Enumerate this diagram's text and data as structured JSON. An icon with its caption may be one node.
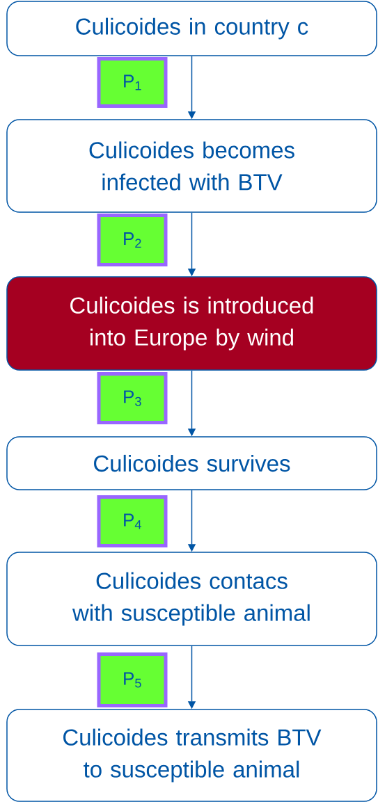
{
  "diagram": {
    "nodes": [
      {
        "text": [
          "Culicoides in country c"
        ]
      },
      {
        "text": [
          "Culicoides becomes infected with BTV"
        ]
      },
      {
        "text": [
          "Culicoides is introduced into Europe by wind"
        ]
      },
      {
        "text": [
          "Culicoides survives"
        ]
      },
      {
        "text": [
          "Culicoides contacs with susceptible animal"
        ]
      },
      {
        "text": [
          "Culicoides transmits BTV to susceptible animal"
        ]
      }
    ],
    "edges": [
      {
        "from": 0,
        "to": 1,
        "arrow": "to",
        "label": "P$_{1}$"
      },
      {
        "from": 1,
        "to": 2,
        "arrow": "to",
        "label": "P$_{2}$"
      },
      {
        "from": 2,
        "to": 3,
        "arrow": "to",
        "label": "P$_{3}$"
      },
      {
        "from": 3,
        "to": 4,
        "arrow": "to",
        "label": "P$_{4}$"
      },
      {
        "from": 4,
        "to": 5,
        "arrow": "to",
        "label": "P$_{5}$"
      }
    ]
  }
}
